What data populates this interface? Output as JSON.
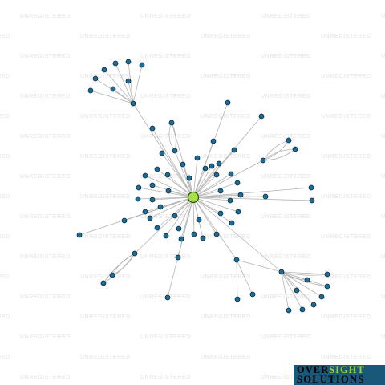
{
  "watermark": {
    "text": "UNREGISTERED"
  },
  "logo": {
    "word1": "OVER",
    "word2": "SIGHT",
    "word3": "SOLUTIONS"
  },
  "colors": {
    "center_node": "#a6e04a",
    "node": "#1c6c96",
    "edge": "#b4b4b4",
    "logo_background": "#1a5879",
    "logo_accent": "#9fd02e"
  }
}
